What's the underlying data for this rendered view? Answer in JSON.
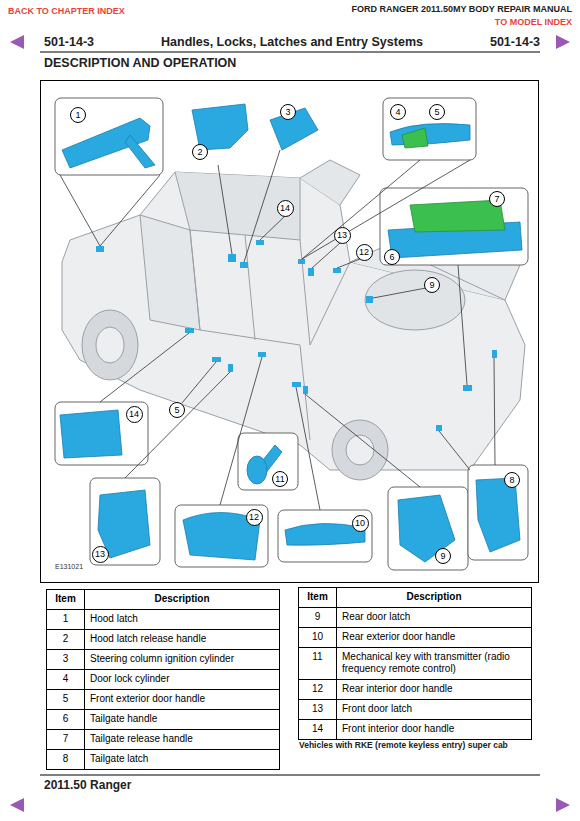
{
  "diagram": {
    "title": "Handles, Locks, Latches and Entry Systems",
    "nodes": [
      {
        "text": [
          "1"
        ]
      },
      {
        "text": [
          "2"
        ]
      },
      {
        "text": [
          "3"
        ]
      },
      {
        "text": [
          "4"
        ]
      },
      {
        "text": [
          "5"
        ]
      },
      {
        "text": [
          "7"
        ]
      },
      {
        "text": [
          "6"
        ]
      },
      {
        "text": [
          "14"
        ]
      },
      {
        "text": [
          "13"
        ]
      },
      {
        "text": [
          "12"
        ]
      },
      {
        "text": [
          "9"
        ]
      },
      {
        "text": [
          "14"
        ]
      },
      {
        "text": [
          "5"
        ]
      },
      {
        "text": [
          "11"
        ]
      },
      {
        "text": [
          "8"
        ]
      },
      {
        "text": [
          "12"
        ]
      },
      {
        "text": [
          "10"
        ]
      },
      {
        "text": [
          "13"
        ]
      },
      {
        "text": [
          "9"
        ]
      }
    ],
    "labels": [
      "BACK TO CHAPTER INDEX",
      "FORD RANGER 2011.50MY BODY REPAIR MANUAL",
      "TO MODEL INDEX",
      "501-14-3",
      "501-14-3",
      "DESCRIPTION AND OPERATION",
      "E131021",
      "Item",
      "Description",
      "1",
      "Hood latch",
      "2",
      "Hood latch release handle",
      "3",
      "Steering column ignition cylinder",
      "4",
      "Door lock cylinder",
      "5",
      "Front exterior door handle",
      "6",
      "Tailgate handle",
      "7",
      "Tailgate release handle",
      "8",
      "Tailgate latch",
      "Item",
      "Description",
      "9",
      "Rear door latch",
      "10",
      "Rear exterior door handle",
      "11",
      "Mechanical key with transmitter (radio frequency remote control)",
      "12",
      "Rear interior door handle",
      "13",
      "Front door latch",
      "14",
      "Front interior door handle",
      "Vehicles with RKE (remote keyless entry) super cab",
      "2011.50 Ranger"
    ]
  }
}
